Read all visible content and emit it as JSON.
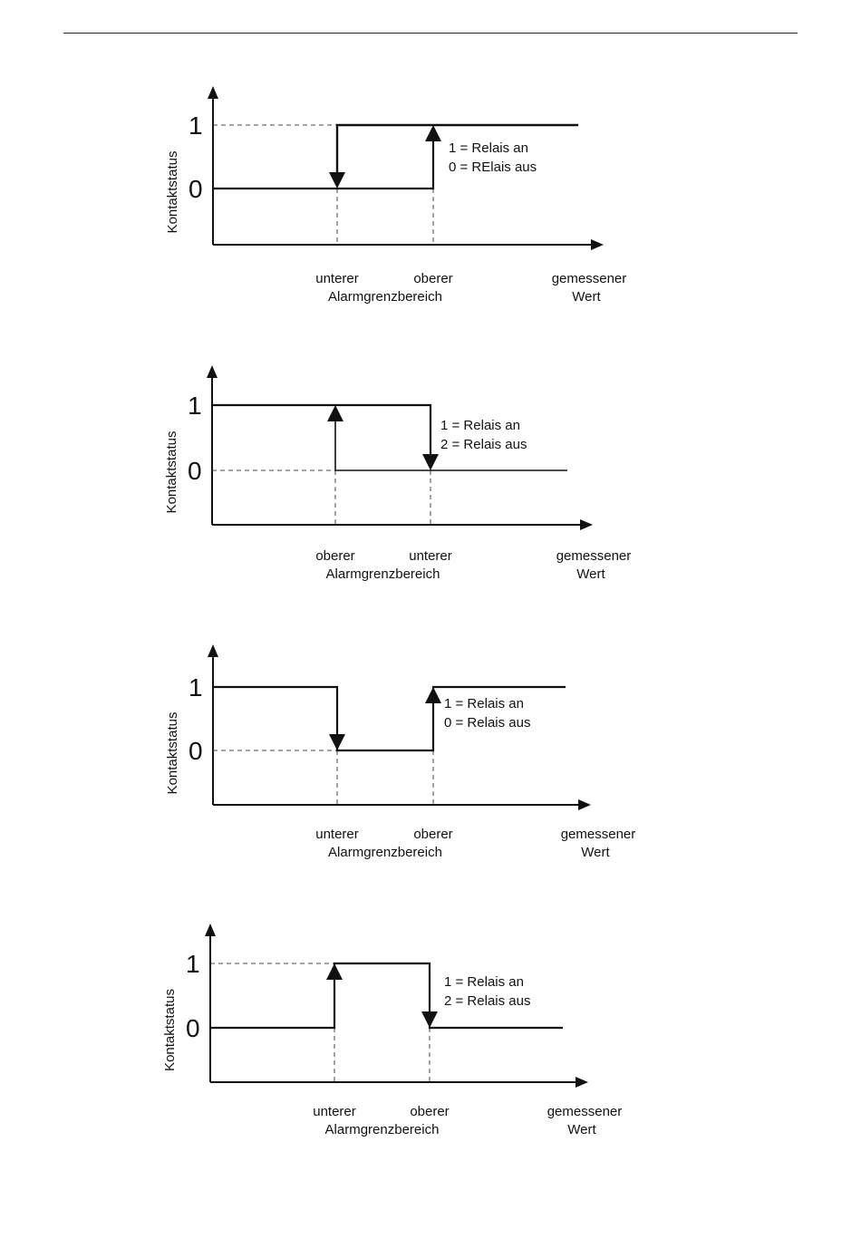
{
  "diagrams": [
    {
      "y_axis_label": "Kontaktstatus",
      "tick_1": "1",
      "tick_0": "0",
      "legend_line1": "1 = Relais an",
      "legend_line2": "0 = RElais aus",
      "x_left_label": "unterer",
      "x_right_label": "oberer",
      "x_center_label": "Alarmgrenzbereich",
      "x_value_label_1": "gemessener",
      "x_value_label_2": "Wert",
      "signal_levels": [
        0,
        1
      ],
      "arrow_left": "down",
      "arrow_right": "up"
    },
    {
      "y_axis_label": "Kontaktstatus",
      "tick_1": "1",
      "tick_0": "0",
      "legend_line1": "1 = Relais an",
      "legend_line2": "2 = Relais aus",
      "x_left_label": "oberer",
      "x_right_label": "unterer",
      "x_center_label": "Alarmgrenzbereich",
      "x_value_label_1": "gemessener",
      "x_value_label_2": "Wert",
      "signal_levels": [
        1,
        0
      ],
      "arrow_left": "up",
      "arrow_right": "down"
    },
    {
      "y_axis_label": "Kontaktstatus",
      "tick_1": "1",
      "tick_0": "0",
      "legend_line1": "1 = Relais an",
      "legend_line2": "0 = Relais aus",
      "x_left_label": "unterer",
      "x_right_label": "oberer",
      "x_center_label": "Alarmgrenzbereich",
      "x_value_label_1": "gemessener",
      "x_value_label_2": "Wert",
      "signal_levels": [
        1,
        0,
        1
      ],
      "arrow_left": "down",
      "arrow_right": "up"
    },
    {
      "y_axis_label": "Kontaktstatus",
      "tick_1": "1",
      "tick_0": "0",
      "legend_line1": "1 = Relais an",
      "legend_line2": "2 = Relais aus",
      "x_left_label": "unterer",
      "x_right_label": "oberer",
      "x_center_label": "Alarmgrenzbereich",
      "x_value_label_1": "gemessener",
      "x_value_label_2": "Wert",
      "signal_levels": [
        0,
        1,
        0
      ],
      "arrow_left": "up",
      "arrow_right": "down"
    }
  ]
}
